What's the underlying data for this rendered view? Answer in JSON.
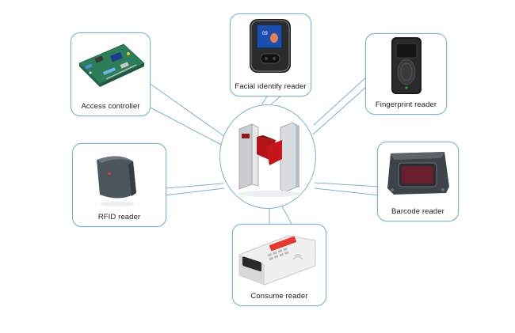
{
  "center": {
    "device": "turnstile-gate-icon"
  },
  "devices": [
    {
      "key": "access_controller",
      "label": "Access controller",
      "icon": "access-controller-board-icon"
    },
    {
      "key": "facial",
      "label": "Facial identify reader",
      "icon": "face-reader-icon"
    },
    {
      "key": "fingerprint",
      "label": "Fingerprint reader",
      "icon": "fingerprint-reader-icon"
    },
    {
      "key": "rfid",
      "label": "RFID reader",
      "icon": "rfid-reader-icon"
    },
    {
      "key": "barcode",
      "label": "Barcode reader",
      "icon": "barcode-scanner-icon"
    },
    {
      "key": "consume",
      "label": "Consume reader",
      "icon": "pos-terminal-icon"
    }
  ],
  "colors": {
    "connector": "#7fb0cc",
    "border": "#7fb0cc"
  }
}
